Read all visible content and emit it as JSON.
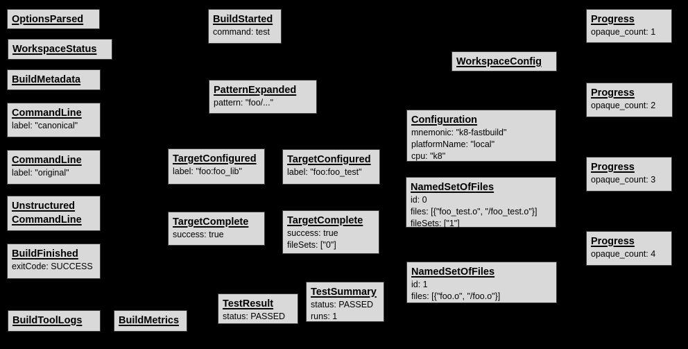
{
  "canvas": {
    "background": "#000000",
    "box_fill": "#d9d9d9",
    "box_border": "#3d3d3d",
    "text_color": "#000000"
  },
  "boxes": {
    "options_parsed": {
      "title": "OptionsParsed"
    },
    "workspace_status": {
      "title": "WorkspaceStatus"
    },
    "build_metadata": {
      "title": "BuildMetadata"
    },
    "command_line_canonical": {
      "title": "CommandLine",
      "lines": [
        "label: \"canonical\""
      ]
    },
    "command_line_original": {
      "title": "CommandLine",
      "lines": [
        "label: \"original\""
      ]
    },
    "unstructured_command_line": {
      "title": "Unstructured CommandLine"
    },
    "build_finished": {
      "title": "BuildFinished",
      "lines": [
        "exitCode: SUCCESS"
      ]
    },
    "build_tool_logs": {
      "title": "BuildToolLogs"
    },
    "build_started": {
      "title": "BuildStarted",
      "lines": [
        "command: test"
      ]
    },
    "pattern_expanded": {
      "title": "PatternExpanded",
      "lines": [
        "pattern: \"foo/...\""
      ]
    },
    "target_configured_lib": {
      "title": "TargetConfigured",
      "lines": [
        "label: \"foo:foo_lib\""
      ]
    },
    "target_complete_lib": {
      "title": "TargetComplete",
      "lines": [
        "success: true"
      ]
    },
    "test_result": {
      "title": "TestResult",
      "lines": [
        "status: PASSED"
      ]
    },
    "build_metrics": {
      "title": "BuildMetrics"
    },
    "target_configured_test": {
      "title": "TargetConfigured",
      "lines": [
        "label: \"foo:foo_test\""
      ]
    },
    "target_complete_test": {
      "title": "TargetComplete",
      "lines": [
        "success: true",
        "fileSets: [\"0\"]"
      ]
    },
    "test_summary": {
      "title": "TestSummary",
      "lines": [
        "status: PASSED",
        "runs: 1"
      ]
    },
    "workspace_config": {
      "title": "WorkspaceConfig"
    },
    "configuration": {
      "title": "Configuration",
      "lines": [
        "mnemonic: \"k8-fastbuild\"",
        "platformName: \"local\"",
        "cpu: \"k8\""
      ]
    },
    "named_set_of_files_0": {
      "title": "NamedSetOfFiles",
      "lines": [
        "id: 0",
        "files: [{\"foo_test.o\", \"/foo_test.o\"}]",
        "fileSets: [\"1\"]"
      ]
    },
    "named_set_of_files_1": {
      "title": "NamedSetOfFiles",
      "lines": [
        "id: 1",
        "files: [{\"foo.o\", \"/foo.o\"}]"
      ]
    },
    "progress_1": {
      "title": "Progress",
      "lines": [
        "opaque_count: 1"
      ]
    },
    "progress_2": {
      "title": "Progress",
      "lines": [
        "opaque_count: 2"
      ]
    },
    "progress_3": {
      "title": "Progress",
      "lines": [
        "opaque_count: 3"
      ]
    },
    "progress_4": {
      "title": "Progress",
      "lines": [
        "opaque_count: 4"
      ]
    }
  }
}
